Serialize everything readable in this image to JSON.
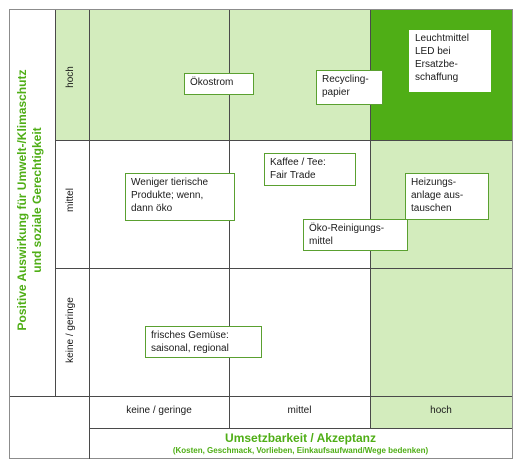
{
  "y_axis": {
    "title_line1": "Positive Auswirkung für Umwelt-/Klimaschutz",
    "title_line2": "und soziale Gerechtigkeit",
    "levels": {
      "high": "hoch",
      "medium": "mittel",
      "low": "keine / geringe"
    }
  },
  "x_axis": {
    "title": "Umsetzbarkeit / Akzeptanz",
    "subtitle": "(Kosten, Geschmack, Vorlieben, Einkaufsaufwand/Wege bedenken)",
    "levels": {
      "low": "keine / geringe",
      "medium": "mittel",
      "high": "hoch"
    }
  },
  "items": {
    "oekostrom": "Ökostrom",
    "recycling": "Recycling-\npapier",
    "led": "Leuchtmittel\nLED bei\nErsatzbe-\nschaffung",
    "kaffee": "Kaffee / Tee:\nFair Trade",
    "tierisch": "Weniger tierische\nProdukte; wenn,\ndann öko",
    "heizung": "Heizungs-\nanlage aus-\ntauschen",
    "reinigung": "Öko-Reinigungs-\nmittel",
    "gemuese": "frisches Gemüse:\nsaisonal, regional"
  },
  "colors": {
    "light_green": "#d3ecbd",
    "dark_green": "#4fae16",
    "title_green": "#4fae16",
    "box_border": "#5aa030"
  }
}
